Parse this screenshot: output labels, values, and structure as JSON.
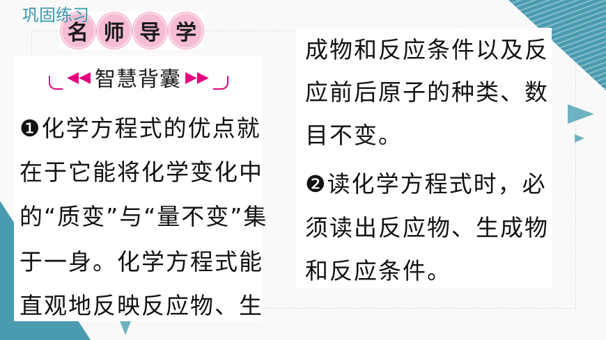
{
  "header": {
    "title": "巩固练习"
  },
  "section": {
    "badges": [
      "名",
      "师",
      "导",
      "学"
    ],
    "subtitle": "智慧背囊",
    "chev_left": "◀◀",
    "chev_right": "▶▶"
  },
  "left_lines": [
    "❶化学方程式的优点就",
    "在于它能将化学变化中",
    "的“质变”与“量不变”集",
    "于一身。化学方程式能",
    "直观地反映反应物、生"
  ],
  "right_lines": [
    "成物和反应条件以及反",
    "应前后原子的种类、数",
    "目不变。",
    "❷读化学方程式时，必",
    "须读出反应物、生成物",
    "和反应条件。"
  ],
  "colors": {
    "accent_teal": "#4a9bb0",
    "accent_magenta": "#e5007f",
    "badge_pink": "#f6bcd5"
  }
}
